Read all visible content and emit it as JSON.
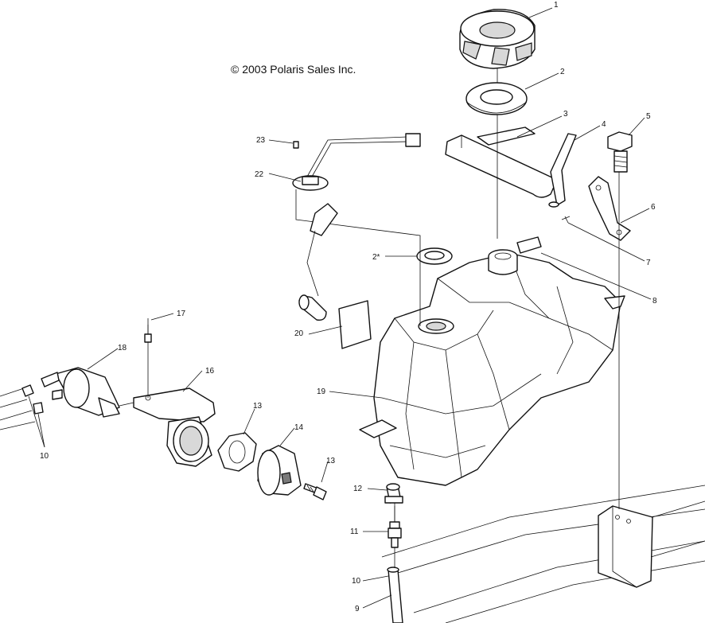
{
  "copyright": "© 2003 Polaris Sales Inc.",
  "callouts": {
    "c1": "1",
    "c2": "2",
    "c3": "3",
    "c4": "4",
    "c5": "5",
    "c6": "6",
    "c7": "7",
    "c8": "8",
    "c9": "9",
    "c10a": "10",
    "c10b": "10",
    "c11": "11",
    "c12": "12",
    "c13a": "13",
    "c13b": "13",
    "c14": "14",
    "c16": "16",
    "c17": "17",
    "c18": "18",
    "c19": "19",
    "c20": "20",
    "c2b": "2*",
    "c22": "22",
    "c23": "23"
  },
  "colors": {
    "line": "#111111",
    "shade": "#d8d8d8",
    "dark": "#7a7a7a",
    "background": "#ffffff"
  }
}
